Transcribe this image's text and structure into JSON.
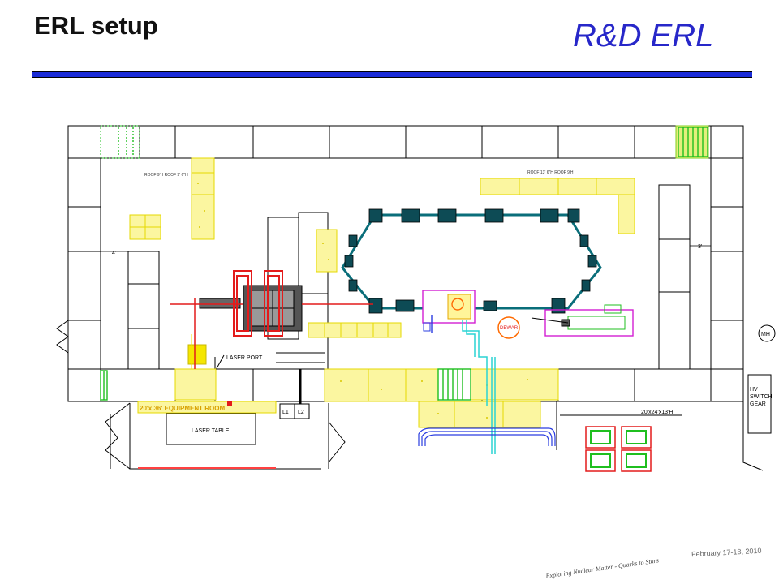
{
  "header": {
    "title": "ERL setup",
    "subtitle": "R&D ERL"
  },
  "plan": {
    "labels": {
      "roof_left": "ROOF 9'H  ROOF  9' 6\"H",
      "roof_right": "ROOF 13' 6\"H   ROOF  9'H",
      "dim_4ft": "4'",
      "dim_3ft": "3'",
      "laser_port": "LASER PORT",
      "equipment_room": "20'x 36' EQUIPMENT ROOM",
      "laser_table": "LASER TABLE",
      "l1": "L1",
      "l2": "L2",
      "dewar": "DEWAR",
      "mh": "MH",
      "hv": "HV",
      "switch": "SWITCH",
      "gear": "GEAR",
      "dim_box": "20'x24'x13'H"
    },
    "colors": {
      "walls": "#000000",
      "shielding": "#f2e600",
      "beamline": "#0a6e7a",
      "magnet": "#e31b1b",
      "green_blocks": "#1fbf1f",
      "magenta": "#d21ed2",
      "cyan": "#2ad3d3",
      "blue_lines": "#2a3ce0",
      "orange": "#ff6a00"
    }
  },
  "footer": {
    "date": "February 17-18, 2010",
    "tagline": "Exploring Nuclear Matter - Quarks to Stars"
  }
}
